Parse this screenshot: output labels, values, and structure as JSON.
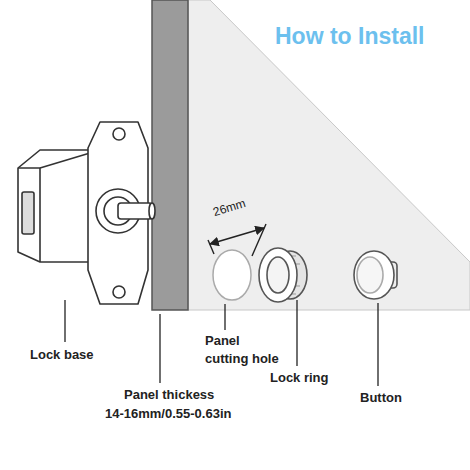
{
  "diagram": {
    "title": "How to Install",
    "labels": [
      "26mm",
      "Lock base",
      "Panel thickess",
      "14-16mm/0.55-0.63in",
      "Panel cutting hole",
      "Lock ring",
      "Button"
    ]
  }
}
